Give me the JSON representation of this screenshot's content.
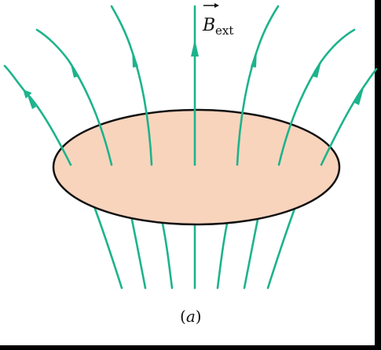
{
  "figure": {
    "field_label_symbol": "B",
    "field_label_subscript": "ext",
    "caption_open": "(",
    "caption_letter": "a",
    "caption_close": ")"
  },
  "colors": {
    "field_line": "#1db38c",
    "disk_fill": "#f9d4bd",
    "disk_stroke": "#111111",
    "background": "#ffffff",
    "frame": "#000000"
  },
  "icons": {
    "field_arrowhead": "arrowhead-icon",
    "vector_arrow": "vector-arrow-icon"
  }
}
